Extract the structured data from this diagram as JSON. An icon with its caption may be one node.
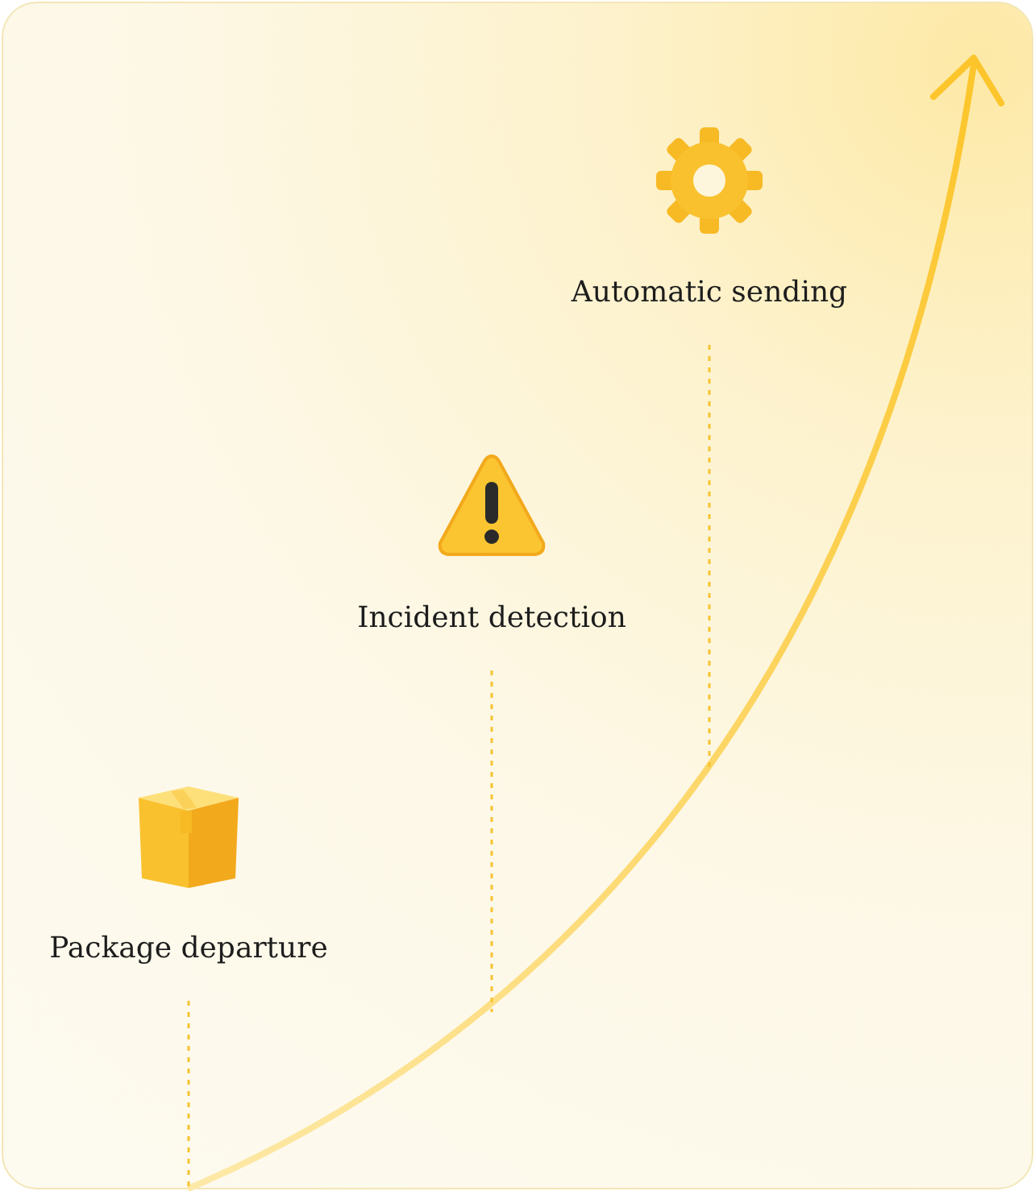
{
  "diagram": {
    "nodes": [
      {
        "text": [
          "Package departure"
        ]
      },
      {
        "text": [
          "Incident detection"
        ]
      },
      {
        "text": [
          "Automatic sending"
        ]
      }
    ],
    "edges": [
      {
        "from": 0,
        "to": null,
        "arrow": "none",
        "style": "dashed"
      },
      {
        "from": 1,
        "to": null,
        "arrow": "none",
        "style": "dashed"
      },
      {
        "from": 2,
        "to": null,
        "arrow": "none",
        "style": "dashed"
      }
    ]
  }
}
